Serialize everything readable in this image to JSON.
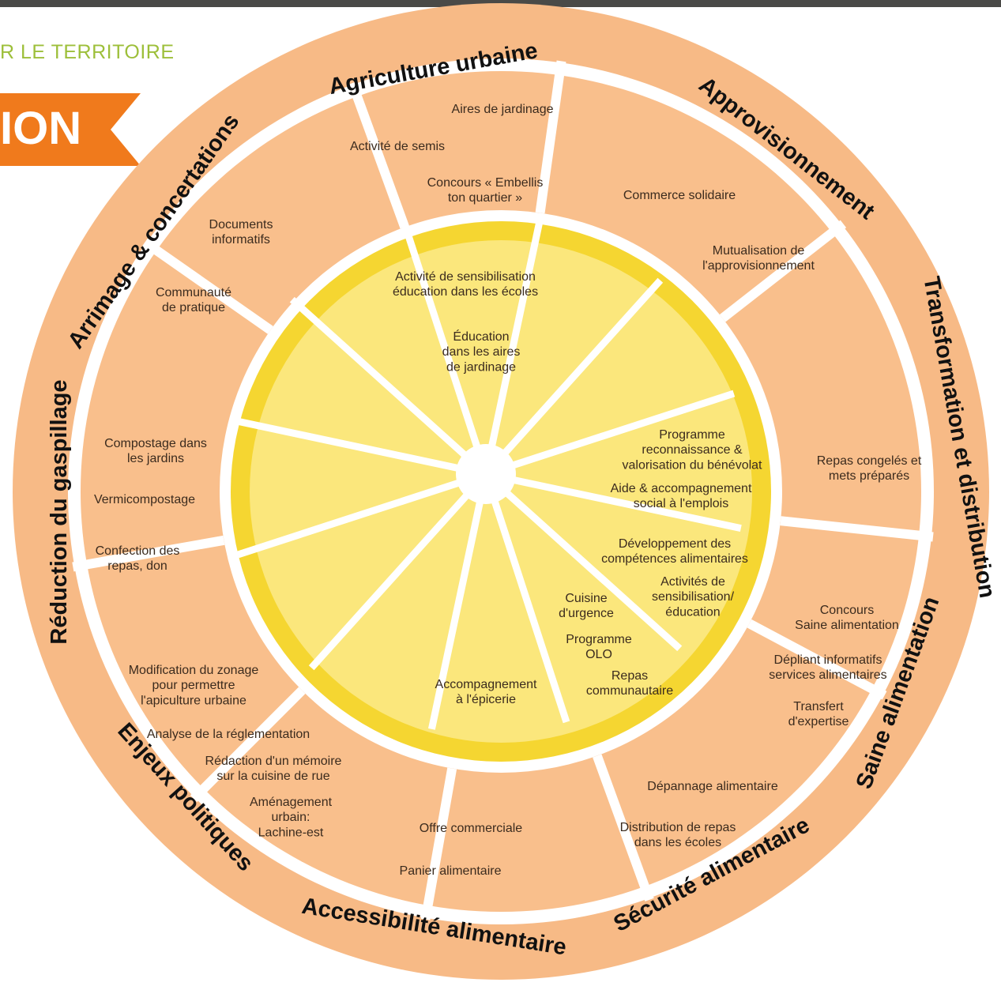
{
  "header": {
    "text": "R LE TERRITOIRE",
    "banner": "ION"
  },
  "colors": {
    "peel": "#f7ba86",
    "outer_segment": "#f9bf8c",
    "pith": "#ffffff",
    "inner_ring": "#f5d631",
    "inner_segment": "#f8e25a",
    "banner": "#f07a1c",
    "header_text": "#9dbf3a"
  },
  "categories": [
    {
      "id": "agriculture",
      "label": "Agriculture urbaine"
    },
    {
      "id": "approvisionnement",
      "label": "Approvisionnement"
    },
    {
      "id": "transformation",
      "label": "Transformation et distribution"
    },
    {
      "id": "saine",
      "label": "Saine alimentation"
    },
    {
      "id": "securite",
      "label": "Sécurité alimentaire"
    },
    {
      "id": "accessibilite",
      "label": "Accessibilité alimentaire"
    },
    {
      "id": "enjeux",
      "label": "Enjeux politiques"
    },
    {
      "id": "reduction",
      "label": "Réduction du gaspillage"
    },
    {
      "id": "arrimage",
      "label": "Arrimage & concertations"
    }
  ],
  "outer_items": {
    "agriculture": [
      [
        "Aires de jardinage"
      ],
      [
        "Activité de semis"
      ],
      [
        "Concours « Embellis",
        "ton quartier »"
      ]
    ],
    "approvisionnement": [
      [
        "Commerce solidaire"
      ],
      [
        "Mutualisation de",
        "l'approvisionnement"
      ]
    ],
    "transformation": [
      [
        "Repas congelés et",
        "mets préparés"
      ]
    ],
    "saine": [
      [
        "Concours",
        "Saine alimentation"
      ],
      [
        "Dépliant informatifs",
        "services alimentaires"
      ],
      [
        "Transfert",
        "d'expertise"
      ]
    ],
    "securite": [
      [
        "Dépannage alimentaire"
      ],
      [
        "Distribution de repas",
        "dans les écoles"
      ]
    ],
    "accessibilite": [
      [
        "Offre commerciale"
      ],
      [
        "Panier alimentaire"
      ]
    ],
    "enjeux": [
      [
        "Modification du zonage",
        "pour permettre",
        "l'apiculture urbaine"
      ],
      [
        "Analyse de la réglementation"
      ],
      [
        "Rédaction d'un mémoire",
        "sur la cuisine de rue"
      ],
      [
        "Aménagement",
        "urbain:",
        "Lachine-est"
      ]
    ],
    "reduction": [
      [
        "Compostage dans",
        "les jardins"
      ],
      [
        "Vermicompostage"
      ],
      [
        "Confection des",
        "repas, don"
      ]
    ],
    "arrimage": [
      [
        "Documents",
        "informatifs"
      ],
      [
        "Communauté",
        "de pratique"
      ]
    ]
  },
  "inner_items": {
    "education": [
      [
        "Activité de sensibilisation",
        "éducation dans les écoles"
      ],
      [
        "Éducation",
        "dans les aires",
        "de jardinage"
      ]
    ],
    "emploi": [
      [
        "Programme",
        "reconnaissance &",
        "valorisation du bénévolat"
      ],
      [
        "Aide & accompagnement",
        "social à l'emplois"
      ]
    ],
    "competences": [
      [
        "Développement des",
        "compétences alimentaires"
      ],
      [
        "Activités de",
        "sensibilisation/",
        "éducation"
      ]
    ],
    "urgence": [
      [
        "Cuisine",
        "d'urgence"
      ],
      [
        "Programme",
        "OLO"
      ],
      [
        "Repas",
        "communautaire"
      ]
    ],
    "epicerie": [
      [
        "Accompagnement",
        "à l'épicerie"
      ]
    ]
  }
}
